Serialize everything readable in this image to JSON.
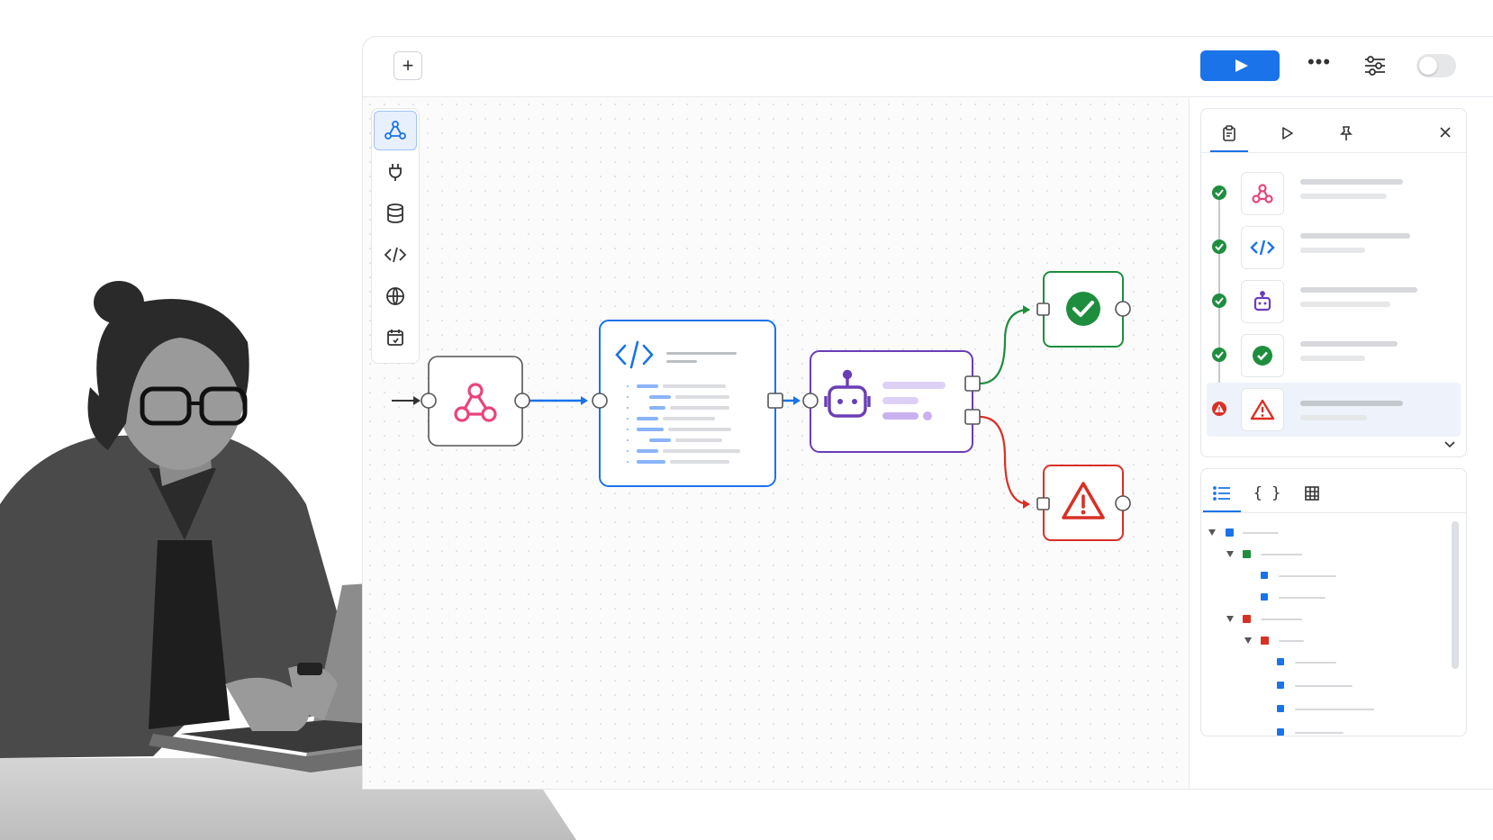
{
  "toolbar": {
    "add_label": "+",
    "more_label": "•••",
    "add_icon": "plus-icon",
    "run_icon": "play-icon",
    "settings_icon": "sliders-icon",
    "toggle_state": "off",
    "run_color": "#1a73e8"
  },
  "palette": {
    "items": [
      {
        "icon": "webhook-nodes-icon",
        "active": true
      },
      {
        "icon": "plug-icon",
        "active": false
      },
      {
        "icon": "database-icon",
        "active": false
      },
      {
        "icon": "code-icon",
        "active": false
      },
      {
        "icon": "globe-icon",
        "active": false
      },
      {
        "icon": "calendar-icon",
        "active": false
      }
    ]
  },
  "workflow": {
    "nodes": [
      {
        "name": "webhook",
        "icon": "webhook-icon",
        "color": "#e8457a"
      },
      {
        "name": "code",
        "icon": "code-icon",
        "color": "#1a73e8"
      },
      {
        "name": "ai-agent",
        "icon": "robot-icon",
        "color": "#6a3db8"
      },
      {
        "name": "success",
        "icon": "check-circle-icon",
        "color": "#1e8e3e"
      },
      {
        "name": "error",
        "icon": "warning-icon",
        "color": "#d93025"
      }
    ]
  },
  "executions": {
    "tabs": [
      {
        "icon": "clipboard-icon",
        "active": true
      },
      {
        "icon": "play-outline-icon",
        "active": false
      },
      {
        "icon": "pin-icon",
        "active": false
      }
    ],
    "close_icon": "close-icon",
    "rows": [
      {
        "status": "success",
        "node_icon": "webhook-icon"
      },
      {
        "status": "success",
        "node_icon": "code-icon"
      },
      {
        "status": "success",
        "node_icon": "robot-icon"
      },
      {
        "status": "success",
        "node_icon": "check-circle-icon"
      },
      {
        "status": "error",
        "node_icon": "warning-icon",
        "selected": true
      }
    ]
  },
  "output": {
    "tabs": [
      {
        "icon": "list-icon",
        "active": true
      },
      {
        "icon": "json-braces-icon",
        "label": "{ }",
        "active": false
      },
      {
        "icon": "table-icon",
        "active": false
      }
    ]
  },
  "colors": {
    "accent": "#1a73e8",
    "success": "#1e8e3e",
    "error": "#d93025",
    "ai": "#6a3db8",
    "webhook": "#e8457a"
  }
}
